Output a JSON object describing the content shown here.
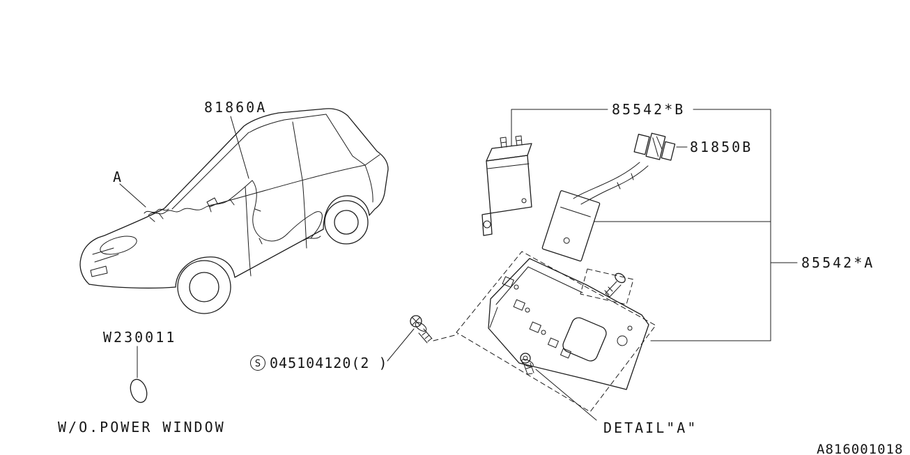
{
  "canvas": {
    "background": "#ffffff",
    "line_color": "#1c1c1c"
  },
  "labels": {
    "harness": "81860A",
    "view_marker": "A",
    "assembly_b": "85542*B",
    "connector": "81850B",
    "assembly_a": "85542*A",
    "grommet": "W230011",
    "screw_symbol": "S",
    "screw_part_number": "045104120(2 )",
    "detail_caption": "DETAIL\"A\"",
    "variant_note": "W/O.POWER WINDOW",
    "drawing_number": "A816001018"
  }
}
